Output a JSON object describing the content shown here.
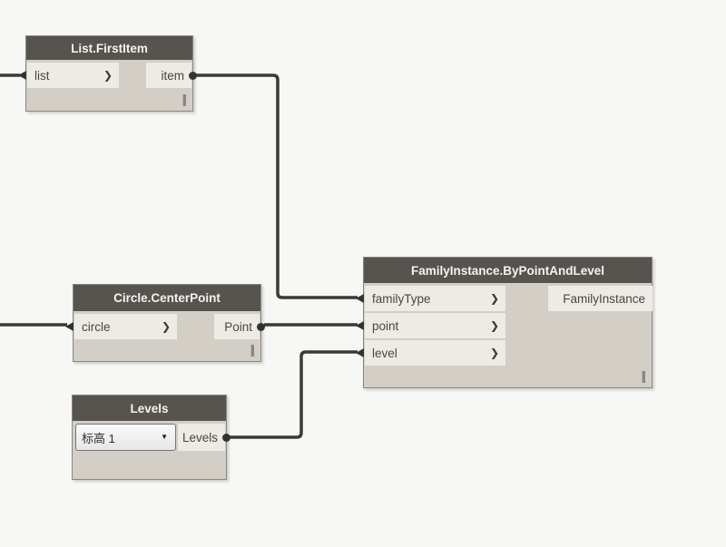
{
  "app": {
    "name": "Dynamo node graph canvas"
  },
  "colors": {
    "canvas_bg": "#f7f7f6",
    "node_header_bg": "#57534e",
    "node_header_text": "#f5f3f0",
    "node_body_bg": "#d3cfc6",
    "port_box_bg": "#edebe6",
    "port_text": "#4a453e",
    "wire": "#3b3a37",
    "node_border": "#8a8783"
  },
  "icons": {
    "chevron_right": "❯",
    "caret_down": "▼"
  },
  "nodes": [
    {
      "title": "List.FirstItem",
      "inputs": [
        "list"
      ],
      "outputs": [
        "item"
      ],
      "lacing": "I"
    },
    {
      "title": "Circle.CenterPoint",
      "inputs": [
        "circle"
      ],
      "outputs": [
        "Point"
      ],
      "lacing": "I"
    },
    {
      "title": "Levels",
      "dropdown_value": "标高 1",
      "outputs": [
        "Levels"
      ]
    },
    {
      "title": "FamilyInstance.ByPointAndLevel",
      "inputs": [
        "familyType",
        "point",
        "level"
      ],
      "outputs": [
        "FamilyInstance"
      ],
      "lacing": "I"
    }
  ],
  "wires": [
    {
      "from": "canvas-left-edge",
      "to": "List.FirstItem.list"
    },
    {
      "from": "canvas-left-edge",
      "to": "Circle.CenterPoint.circle"
    },
    {
      "from": "List.FirstItem.item",
      "to": "FamilyInstance.ByPointAndLevel.familyType"
    },
    {
      "from": "Circle.CenterPoint.Point",
      "to": "FamilyInstance.ByPointAndLevel.point"
    },
    {
      "from": "Levels.Levels",
      "to": "FamilyInstance.ByPointAndLevel.level"
    }
  ]
}
